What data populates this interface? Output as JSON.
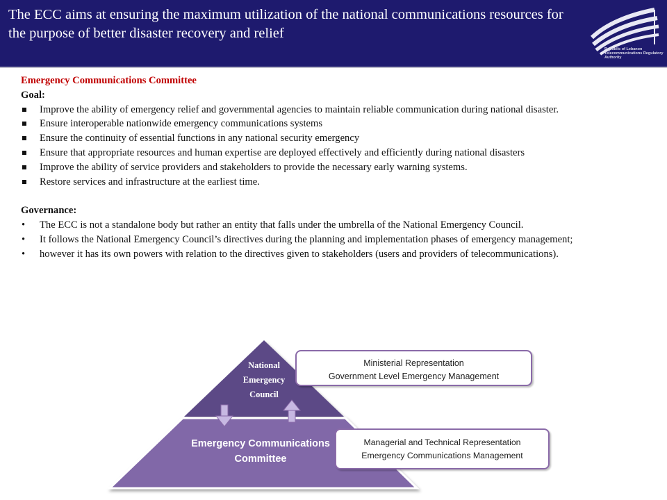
{
  "header": {
    "title": "The ECC aims at ensuring the maximum utilization of the national communications resources for the purpose of better disaster recovery and relief",
    "logo_text": "Republic of Lebanon Telecommunications Regulatory Authority"
  },
  "content": {
    "section_title": "Emergency Communications Committee",
    "goal_heading": "Goal:",
    "goals": [
      "Improve the ability of emergency relief and governmental agencies to maintain reliable communication during national disaster.",
      "Ensure interoperable nationwide emergency communications systems",
      "Ensure the continuity of essential functions in any national security emergency",
      "Ensure that appropriate resources and human expertise are deployed effectively and efficiently during national disasters",
      "Improve the ability of service providers and stakeholders to provide the necessary early warning systems.",
      "Restore services and infrastructure at the earliest time."
    ],
    "governance_heading": "Governance:",
    "governance": [
      "The ECC is not a standalone body but rather an entity that falls under the umbrella of the National Emergency Council.",
      "It follows the National Emergency Council’s directives during the planning and implementation phases of emergency management;",
      "however it has its own powers with relation to the directives given to stakeholders (users and providers of telecommunications)."
    ]
  },
  "diagram": {
    "top_tier": {
      "line1": "National",
      "line2": "Emergency",
      "line3": "Council"
    },
    "bottom_tier": {
      "line1": "Emergency Communications",
      "line2": "Committee"
    },
    "callout_top": {
      "line1": "Ministerial Representation",
      "line2": "Government Level Emergency Management"
    },
    "callout_bottom": {
      "line1": "Managerial and Technical Representation",
      "line2": "Emergency  Communications Management"
    },
    "colors": {
      "top": "#5b4a86",
      "bottom": "#8168a8",
      "arrow": "#c7b8e2",
      "border": "#8a6aa8",
      "header": "#1e1a6e"
    }
  }
}
